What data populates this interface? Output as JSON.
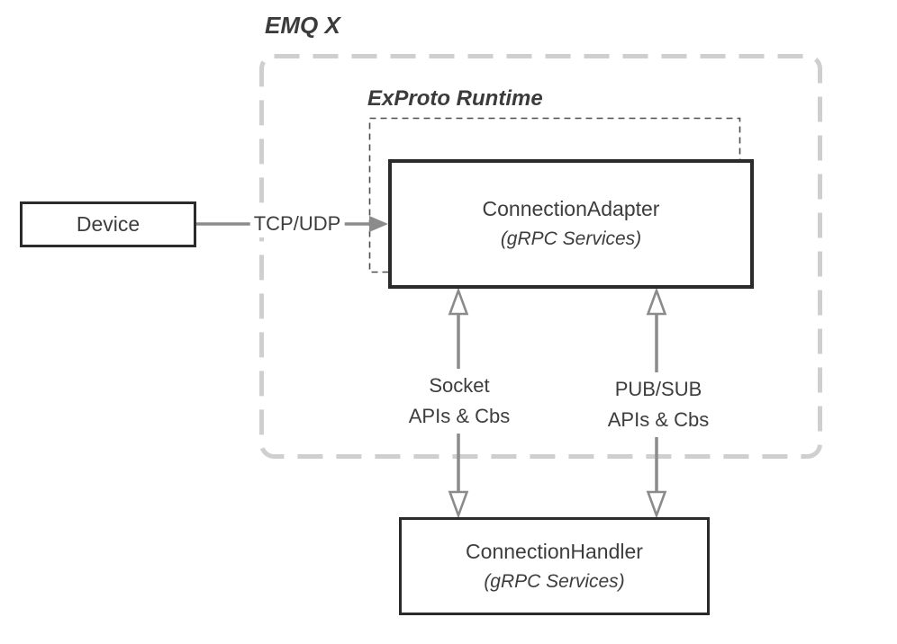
{
  "diagram": {
    "emqx_group": {
      "label": "EMQ X"
    },
    "exproto_group": {
      "label": "ExProto Runtime"
    },
    "nodes": {
      "device": {
        "label": "Device"
      },
      "connection_adapter": {
        "title": "ConnectionAdapter",
        "subtitle": "(gRPC Services)"
      },
      "connection_handler": {
        "title": "ConnectionHandler",
        "subtitle": "(gRPC Services)"
      }
    },
    "edges": {
      "tcp_udp": {
        "label": "TCP/UDP",
        "from": "Device",
        "to": "ConnectionAdapter",
        "direction": "right"
      },
      "socket": {
        "line1": "Socket",
        "line2": "APIs & Cbs",
        "from": "ConnectionAdapter",
        "to": "ConnectionHandler",
        "direction": "both"
      },
      "pubsub": {
        "line1": "PUB/SUB",
        "line2": "APIs & Cbs",
        "from": "ConnectionAdapter",
        "to": "ConnectionHandler",
        "direction": "both"
      }
    },
    "colors": {
      "background": "#ffffff",
      "box_border": "#2b2b2b",
      "text": "#3d3d3d",
      "arrow_gray": "#8b8b8b",
      "outer_dashed_border": "#cfcfcf",
      "inner_dashed_border": "#4f4f4f"
    }
  }
}
